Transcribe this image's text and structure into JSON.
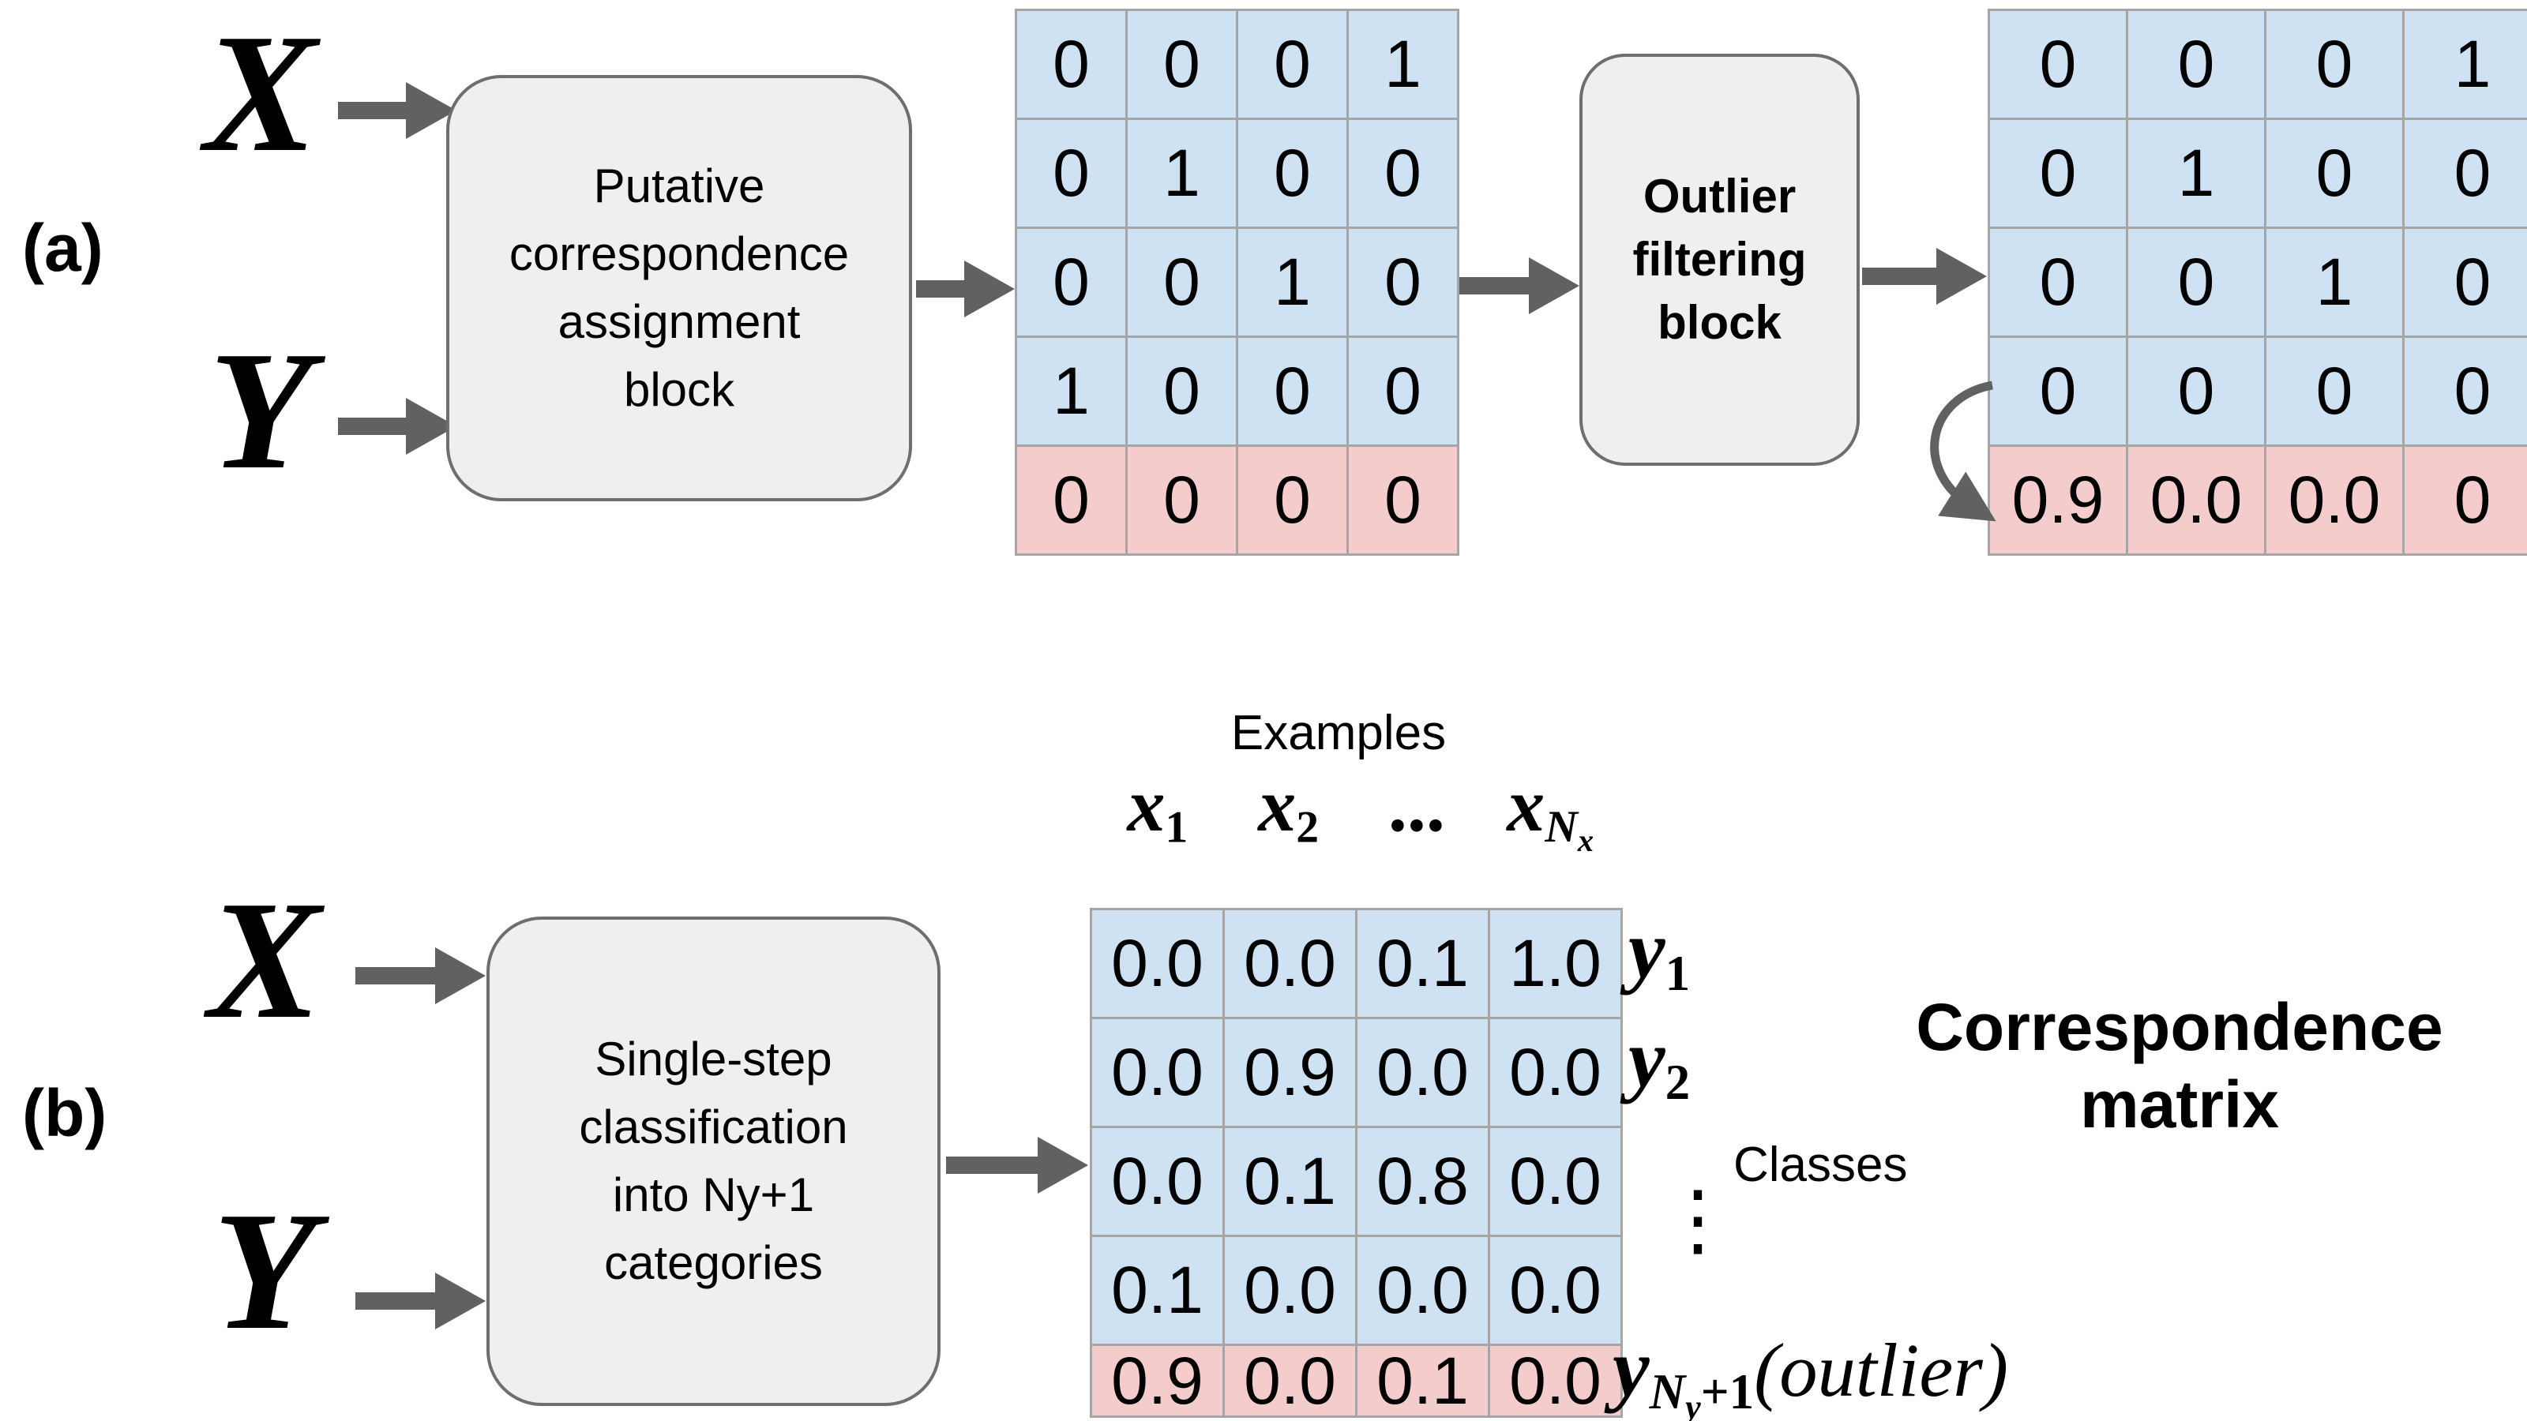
{
  "figure": {
    "panel_a": {
      "label": "(a)",
      "input_x": "X",
      "input_y": "Y",
      "putative_block_lines": [
        "Putative",
        "correspondence",
        "assignment",
        "block"
      ],
      "outlier_block_lines": [
        "Outlier",
        "filtering",
        "block"
      ],
      "matrix_before": {
        "rows": [
          [
            "0",
            "0",
            "0",
            "1"
          ],
          [
            "0",
            "1",
            "0",
            "0"
          ],
          [
            "0",
            "0",
            "1",
            "0"
          ],
          [
            "1",
            "0",
            "0",
            "0"
          ],
          [
            "0",
            "0",
            "0",
            "0"
          ]
        ],
        "outlier_row_index": 4
      },
      "matrix_after": {
        "rows": [
          [
            "0",
            "0",
            "0",
            "1"
          ],
          [
            "0",
            "1",
            "0",
            "0"
          ],
          [
            "0",
            "0",
            "1",
            "0"
          ],
          [
            "0",
            "0",
            "0",
            "0"
          ],
          [
            "0.9",
            "0.0",
            "0.0",
            "0"
          ]
        ],
        "outlier_row_index": 4
      }
    },
    "panel_b": {
      "label": "(b)",
      "input_x": "X",
      "input_y": "Y",
      "classifier_block_lines": [
        "Single-step",
        "classification",
        "into Ny+1",
        "categories"
      ],
      "examples_label": "Examples",
      "classes_label": "Classes",
      "col_headers": {
        "h1": {
          "base": "x",
          "sub": "1"
        },
        "h2": {
          "base": "x",
          "sub": "2"
        },
        "dots": "...",
        "hn": {
          "base": "x",
          "sub": "N",
          "subsub": "x"
        }
      },
      "matrix": {
        "rows": [
          [
            "0.0",
            "0.0",
            "0.1",
            "1.0"
          ],
          [
            "0.0",
            "0.9",
            "0.0",
            "0.0"
          ],
          [
            "0.0",
            "0.1",
            "0.8",
            "0.0"
          ],
          [
            "0.1",
            "0.0",
            "0.0",
            "0.0"
          ],
          [
            "0.9",
            "0.0",
            "0.1",
            "0.0"
          ]
        ],
        "outlier_row_index": 4
      },
      "row_labels": {
        "r1": {
          "base": "y",
          "sub": "1"
        },
        "r2": {
          "base": "y",
          "sub": "2"
        },
        "vdots": "⋮",
        "outlier": {
          "base": "y",
          "sub": "N",
          "subsub": "y",
          "sub_tail": "+1",
          "suffix": "(outlier)"
        }
      },
      "title_lines": [
        "Correspondence",
        "matrix"
      ]
    },
    "colors": {
      "cell_blue": "#cfe2f3",
      "cell_pink": "#f4cccc",
      "cell_border": "#a5a5a5",
      "block_fill": "#efefef",
      "block_border": "#6e6e6e",
      "arrow_gray": "#616161"
    }
  }
}
